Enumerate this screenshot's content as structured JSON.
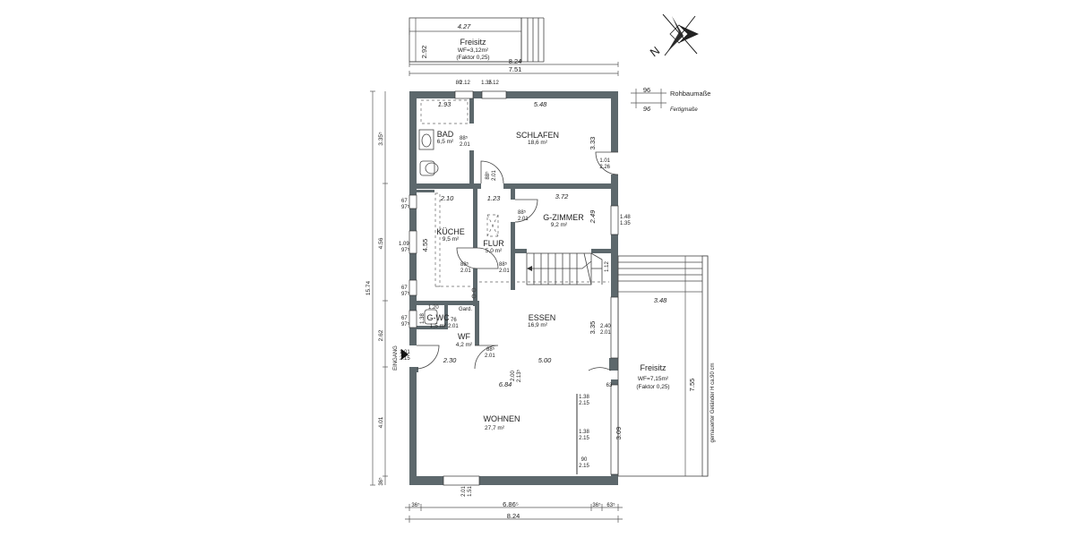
{
  "legend": {
    "rohbau_value": "96",
    "rohbau_label": "Rohbaumaße",
    "fertig_value": "96",
    "fertig_label": "Fertigmaße"
  },
  "north": {
    "letter": "N"
  },
  "entrance": {
    "label": "EINGANG"
  },
  "rooms": {
    "freisitz_top": {
      "name": "Freisitz",
      "area": "WF=3,12m²",
      "factor": "(Faktor 0,25)"
    },
    "bad": {
      "name": "BAD",
      "area": "6,5 m²"
    },
    "schlafen": {
      "name": "SCHLAFEN",
      "area": "18,6 m²"
    },
    "kueche": {
      "name": "KÜCHE",
      "area": "9,5 m²"
    },
    "flur": {
      "name": "FLUR",
      "area": "5,0 m²"
    },
    "gzimmer": {
      "name": "G-ZIMMER",
      "area": "9,2 m²"
    },
    "gwc": {
      "name": "G-WC",
      "area": "1,5 m²"
    },
    "wf": {
      "name": "WF",
      "area": "4,2 m²"
    },
    "gard": {
      "name": "Gard."
    },
    "essen": {
      "name": "ESSEN",
      "area": "16,9 m²"
    },
    "wohnen": {
      "name": "WOHNEN",
      "area": "27,7 m²"
    },
    "freisitz_right": {
      "name": "Freisitz",
      "area": "WF=7,15m²",
      "factor": "(Faktor 0,25)",
      "railing": "gemauerter Geländer H ca.90 cm"
    }
  },
  "dims": {
    "t427": "4.27",
    "t292": "2.92",
    "t824": "8.24",
    "t751": "7.51",
    "w80": "80",
    "w212a": "2.12",
    "w135": "1.35",
    "w212b": "2.12",
    "i193": "1.93",
    "i548": "5.48",
    "i333": "3.33",
    "d101a": "1.01",
    "d226": "2.26",
    "d885a": "88⁵",
    "d201a": "2.01",
    "d885b": "88⁵",
    "d201b": "2.01",
    "i210": "2.10",
    "i123": "1.23",
    "i372": "3.72",
    "i249": "2.49",
    "d885c": "88⁵",
    "d201c": "2.01",
    "w148": "1.48",
    "w135b": "1.35",
    "i455": "4.55",
    "d885d": "88⁵",
    "d201d": "2.01",
    "d885e": "88⁵",
    "d201e": "2.01",
    "i112": "1.12",
    "i120": "1.20",
    "i138": "1.38",
    "d76": "76",
    "d201f": "2.01",
    "i335": "3.35",
    "d240": "2.40",
    "d201g": "2.01",
    "d885f": "88⁵",
    "d201h": "2.01",
    "i230": "2.30",
    "i500": "5.00",
    "d200": "2.00",
    "d2135": "2.13⁵",
    "i684": "6.84",
    "d63a": "63",
    "w138a": "1.38",
    "w215a": "2.15",
    "w138b": "1.38",
    "w215b": "2.15",
    "w90": "90",
    "w215c": "2.15",
    "i309": "3.09",
    "w201bot": "2.01",
    "w151": "1.51",
    "fr348": "3.48",
    "fr755": "7.55",
    "l1574": "15.74",
    "l3355": "3.35⁵",
    "l456": "4.56",
    "l262": "2.62",
    "l401": "4.01",
    "l365": "36⁵",
    "lw67a": "67",
    "lw97a": "97⁵",
    "lw109": "1.09",
    "lw97b": "97⁵",
    "lw67b": "67",
    "lw97c": "97⁵",
    "lw67c": "67",
    "lw97d": "97⁵",
    "lw101": "1.01",
    "lw215": "2.15",
    "b365a": "36⁵",
    "b6865": "6.86⁵",
    "b365b": "36⁵",
    "b635": "63⁵",
    "b824": "8.24"
  }
}
